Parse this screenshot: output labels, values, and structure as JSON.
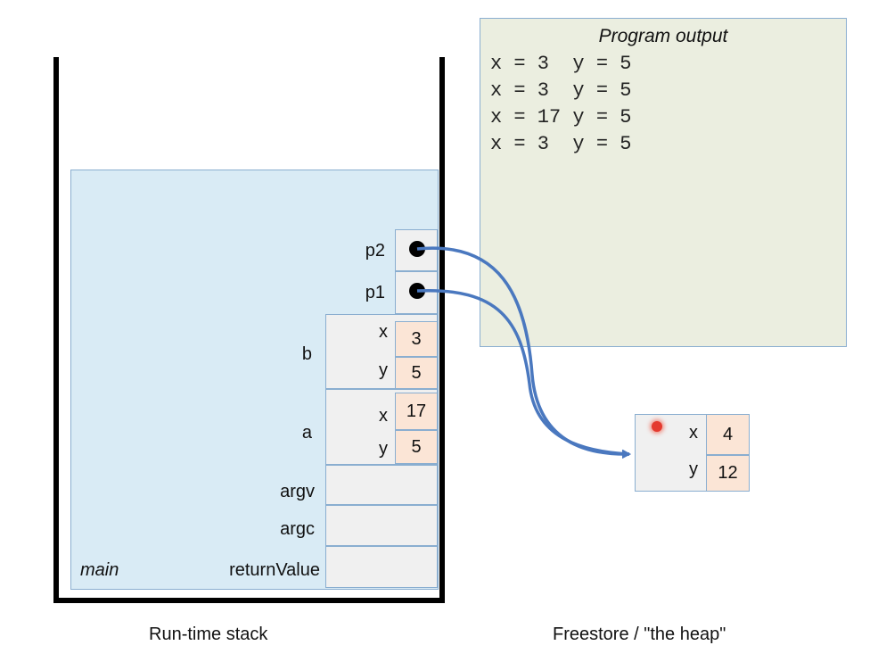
{
  "output": {
    "title": "Program output",
    "lines": [
      "x = 3  y = 5",
      "x = 3  y = 5",
      "x = 17 y = 5",
      "x = 3  y = 5"
    ]
  },
  "stack": {
    "frame_name": "main",
    "vars": {
      "p2": "p2",
      "p1": "p1",
      "b": {
        "name": "b",
        "x_label": "x",
        "y_label": "y",
        "x": "3",
        "y": "5"
      },
      "a": {
        "name": "a",
        "x_label": "x",
        "y_label": "y",
        "x": "17",
        "y": "5"
      },
      "argv": "argv",
      "argc": "argc",
      "returnValue": "returnValue"
    }
  },
  "heap": {
    "obj": {
      "x_label": "x",
      "y_label": "y",
      "x": "4",
      "y": "12"
    }
  },
  "captions": {
    "stack": "Run-time stack",
    "heap": "Freestore / \"the heap\""
  },
  "colors": {
    "frame": "#d9ebf5",
    "value_box": "#fbe5d6",
    "output_bg": "#ebeee0",
    "arrow": "#4a78bf"
  }
}
